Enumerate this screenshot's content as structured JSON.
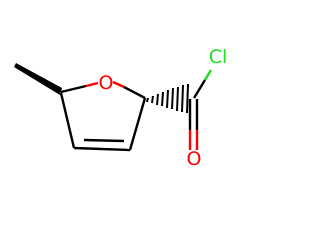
{
  "molecule": {
    "atoms": {
      "ring_oxygen": "O",
      "carbonyl_oxygen": "O",
      "chlorine": "Cl"
    },
    "colors": {
      "bond": "#000000",
      "oxygen": "#ff0000",
      "chlorine": "#1fdc1f"
    }
  }
}
